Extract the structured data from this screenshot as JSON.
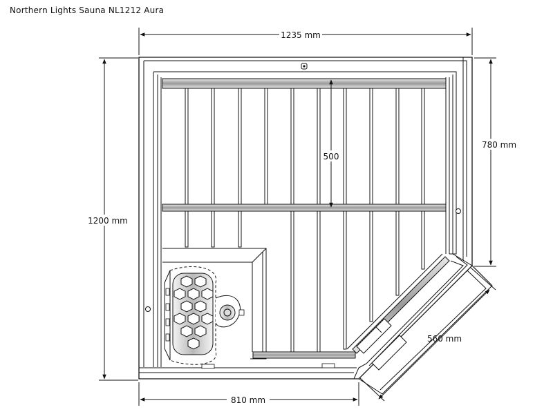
{
  "title": "Northern Lights Sauna NL1212 Aura",
  "dimensions": {
    "width": "1235 mm",
    "depth": "1200 mm",
    "side_depth": "780 mm",
    "front_width": "810 mm",
    "diagonal": "560 mm",
    "bench_depth": "500"
  },
  "components": {
    "heater": "sauna-heater",
    "door": "corner-glass-door",
    "benches": "wooden-bench-slats"
  }
}
